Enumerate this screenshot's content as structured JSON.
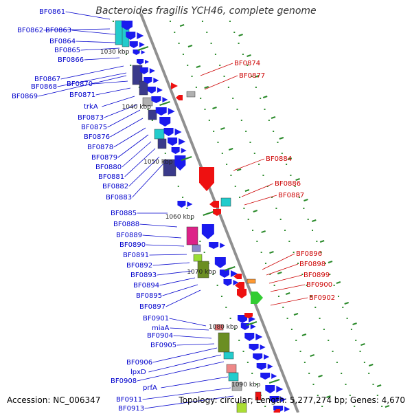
{
  "title": "Bacteroides fragilis YCH46, complete genome",
  "footer": {
    "accession": "Accession: NC_006347",
    "summary": "Topology: circular; Length: 5,277,274 bp; Genes: 4,670"
  },
  "colors": {
    "left_label": "#0000cc",
    "right_label": "#cc0000",
    "backbone": "#909090",
    "tick": "#2a8a2a",
    "kbp_text": "#222222"
  },
  "kbp_marks": [
    "1030 kbp",
    "1040 kbp",
    "1050 kbp",
    "1060 kbp",
    "1070 kbp",
    "1080 kbp",
    "1090 kbp"
  ],
  "left_labels": [
    "BF0861",
    "BF0862",
    "BF0863",
    "BF0864",
    "BF0865",
    "BF0866",
    "BF0867",
    "BF0868",
    "BF0870",
    "BF0869",
    "BF0871",
    "trkA",
    "BF0873",
    "BF0875",
    "BF0876",
    "BF0878",
    "BF0879",
    "BF0880",
    "BF0881",
    "BF0882",
    "BF0883",
    "BF0885",
    "BF0888",
    "BF0889",
    "BF0890",
    "BF0891",
    "BF0892",
    "BF0893",
    "BF0894",
    "BF0895",
    "BF0897",
    "BF0901",
    "miaA",
    "BF0904",
    "BF0905",
    "BF0906",
    "lpxD",
    "BF0908",
    "prfA",
    "BF0911",
    "BF0913"
  ],
  "right_labels": [
    "BF0874",
    "BF0877",
    "BF0884",
    "BF0886",
    "BF0887",
    "BF0896",
    "BF0898",
    "BF0899",
    "BF0900",
    "BF0902"
  ]
}
